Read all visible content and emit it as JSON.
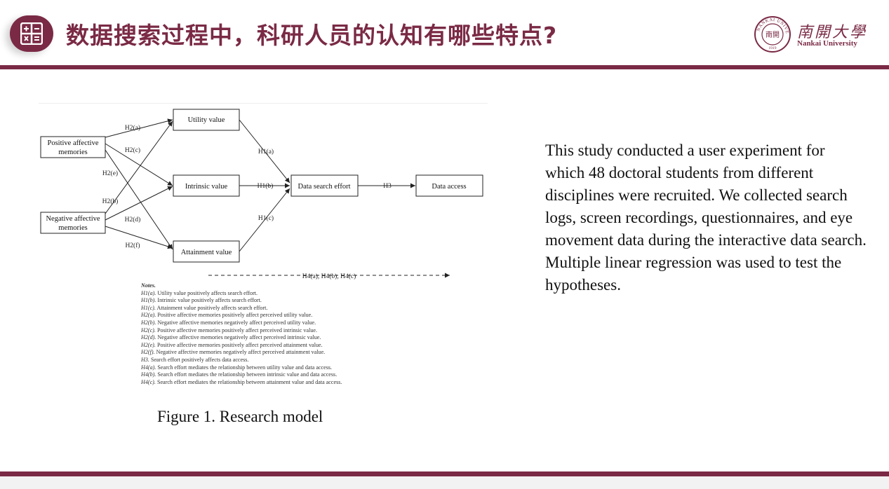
{
  "slide": {
    "title": "数据搜索过程中，科研人员的认知有哪些特点?",
    "logo": {
      "name_cn": "南開大學",
      "name_en": "Nankai University",
      "seal_text": "NANKAI UNIVERSITY",
      "seal_year": "1919",
      "seal_center": "南開"
    },
    "caption": "Figure 1. Research model",
    "body_text": "This study conducted a user experiment for which 48 doctoral students from different disciplines were recruited. We collected search logs, screen recordings, questionnaires, and eye movement data during the interactive data search. Multiple linear regression was used to test the hypotheses.",
    "colors": {
      "accent": "#7a2a45",
      "text": "#111111",
      "diagram_line": "#222222"
    }
  },
  "diagram": {
    "nodes": {
      "positive": [
        "Positive affective",
        "memories"
      ],
      "negative": [
        "Negative affective",
        "memories"
      ],
      "utility": "Utility value",
      "intrinsic": "Intrinsic value",
      "attainment": "Attainment value",
      "effort": "Data search effort",
      "access": "Data access"
    },
    "edges": {
      "h2a": "H2(a)",
      "h2c": "H2(c)",
      "h2e": "H2(e)",
      "h2b": "H2(b)",
      "h2d": "H2(d)",
      "h2f": "H2(f)",
      "h1a": "H1(a)",
      "h1b": "H1(b)",
      "h1c": "H1(c)",
      "h3": "H3",
      "h4": "H4(a), H4(b), H4(c)"
    },
    "notes": {
      "heading": "Notes.",
      "items": [
        {
          "tag": "H1(a).",
          "text": "Utility value positively affects search effort."
        },
        {
          "tag": "H1(b).",
          "text": "Intrinsic value positively affects search effort."
        },
        {
          "tag": "H1(c).",
          "text": "Attainment value positively affects search effort."
        },
        {
          "tag": "H2(a).",
          "text": "Positive affective memories positively affect perceived utility value."
        },
        {
          "tag": "H2(b).",
          "text": "Negative affective memories negatively affect perceived utility value."
        },
        {
          "tag": "H2(c).",
          "text": "Positive affective memories positively affect perceived intrinsic value."
        },
        {
          "tag": "H2(d).",
          "text": "Negative affective memories negatively affect perceived intrinsic value."
        },
        {
          "tag": "H2(e).",
          "text": "Positive affective memories positively affect perceived attainment value."
        },
        {
          "tag": "H2(f).",
          "text": "Negative affective memories negatively affect perceived attainment value."
        },
        {
          "tag": "H3.",
          "text": "Search effort positively affects data access."
        },
        {
          "tag": "H4(a).",
          "text": "Search effort mediates the relationship between utility value and data access."
        },
        {
          "tag": "H4(b).",
          "text": "Search effort mediates the relationship between intrinsic value and data access."
        },
        {
          "tag": "H4(c).",
          "text": "Search effort mediates the relationship between attainment value and data access."
        }
      ]
    }
  }
}
